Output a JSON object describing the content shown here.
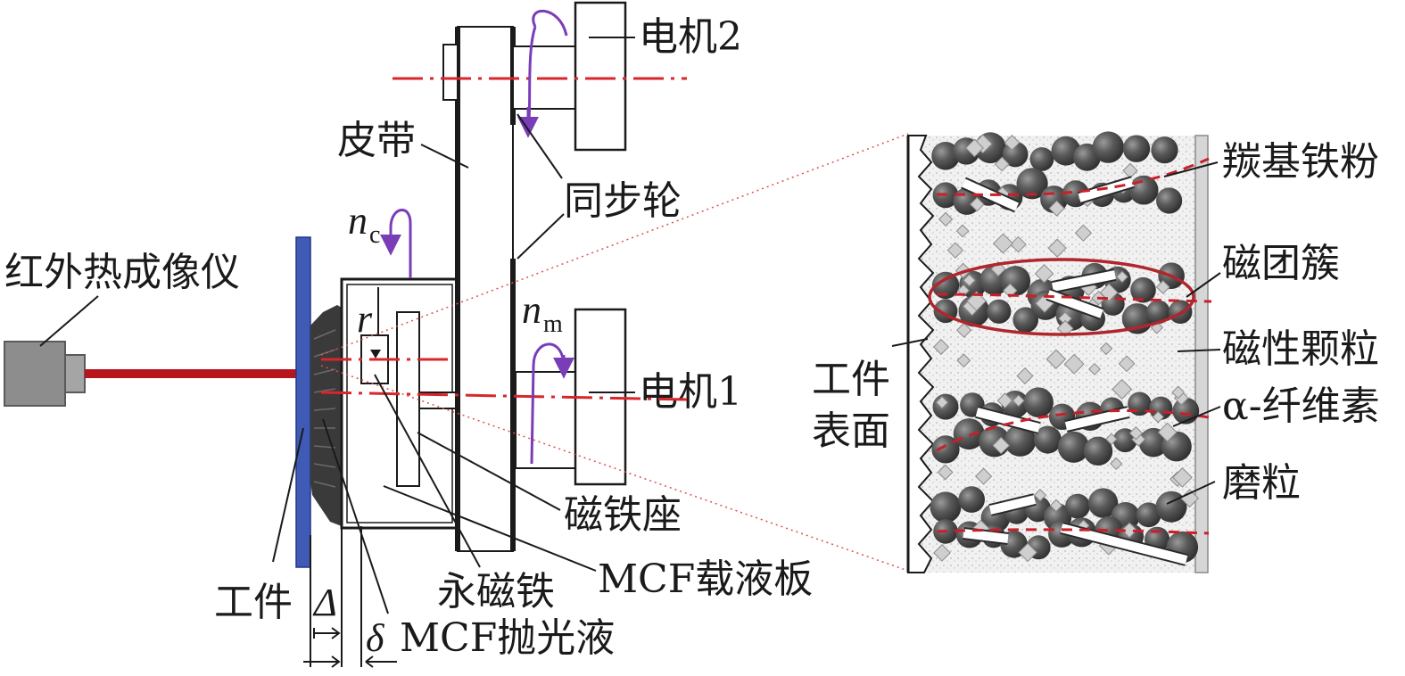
{
  "labels": {
    "motor2": "电机2",
    "belt": "皮带",
    "sync_wheel": "同步轮",
    "infrared_camera": "红外热成像仪",
    "motor1": "电机1",
    "workpiece": "工件",
    "delta_big": "Δ",
    "delta_small": "δ",
    "mcf_polishing_fluid": "MCF抛光液",
    "permanent_magnet": "永磁铁",
    "magnet_seat": "磁铁座",
    "mcf_carrier_plate": "MCF载液板",
    "nc_n": "n",
    "nc_sub": "c",
    "nm_n": "n",
    "nm_sub": "m",
    "r": "r",
    "carbonyl_iron_powder": "羰基铁粉",
    "magnetic_cluster": "磁团簇",
    "magnetic_particle": "磁性颗粒",
    "alpha_cellulose": "α-纤维素",
    "abrasive": "磨粒",
    "workpiece_surface_line1": "工件",
    "workpiece_surface_line2": "表面"
  },
  "colors": {
    "workpiece_plate": "#3f5bb5",
    "axis_red": "#d9262b",
    "laser_red": "#b7151c",
    "camera_gray": "#8d8d8d",
    "arrow_purple": "#7a3db8",
    "particle_gray": "#4a4a4a"
  }
}
